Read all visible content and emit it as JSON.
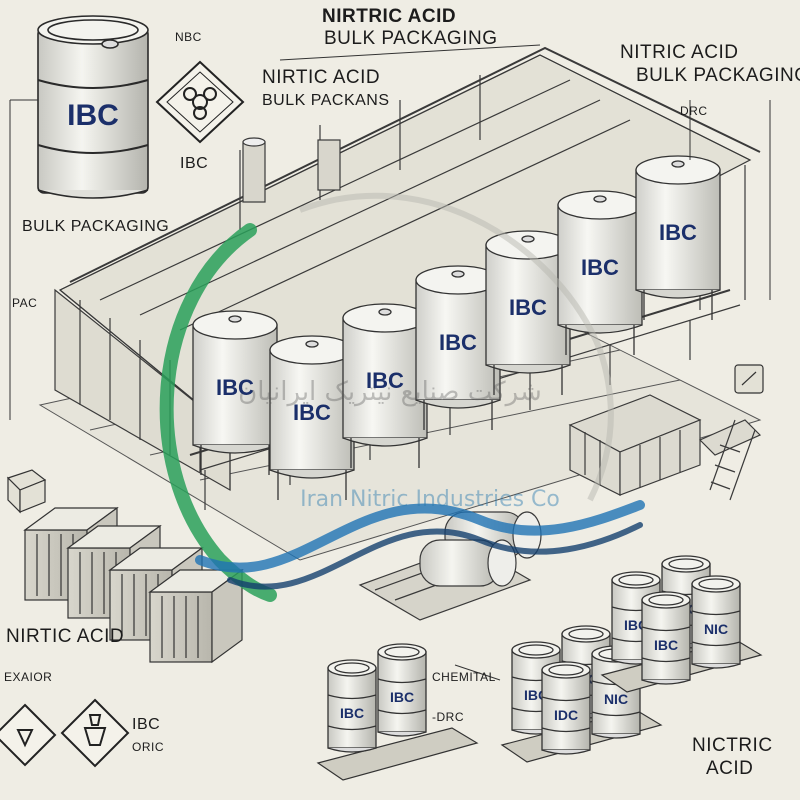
{
  "labels": {
    "top_title_line1": "NIRTRIC ACID",
    "top_title_line2": "BULK PACKAGING",
    "top_right_line1": "NITRIC ACID",
    "top_right_line2": "BULK PACKAGING",
    "upper_left_line1": "NIRTIC ACID",
    "upper_left_line2": "BULK PACKANS",
    "corner_code": "NBC",
    "drc_top": "DRC",
    "ibc_left": "IBC",
    "bulk_left": "BULK PACKAGING",
    "side_code": "PAC",
    "bottom_left_title": "NIRTIC ACID",
    "bottom_left_sub": "EXAIOR",
    "ibc_bottom": "IBC",
    "orc_bottom": "ORIC",
    "chemical": "CHEMITAL",
    "drc_bottom": "-DRC",
    "bottom_right_line1": "NICTRIC",
    "bottom_right_line2": "ACID"
  },
  "drums": {
    "large_drum_label": "IBC",
    "tank_label": "IBC",
    "pallet_c_labels": [
      "IBC",
      "IDC",
      "IBC",
      "NIC"
    ],
    "pallet_b_labels": [
      "IBC",
      "NIC",
      "IDC",
      "NIC"
    ],
    "pallet_a_labels": [
      "IBC",
      "IBC"
    ]
  },
  "watermark": {
    "company": "Iran Nitric Industries Co",
    "persian": "شرکت صنایع نیتریک ایرانیان"
  },
  "colors": {
    "ink": "#2a2a2a",
    "ibc_text": "#1b2f6a",
    "watermark_green": "#2aa05a",
    "watermark_blue": "#1f73b4",
    "watermark_dark": "#14406e",
    "paper": "#efede4"
  }
}
